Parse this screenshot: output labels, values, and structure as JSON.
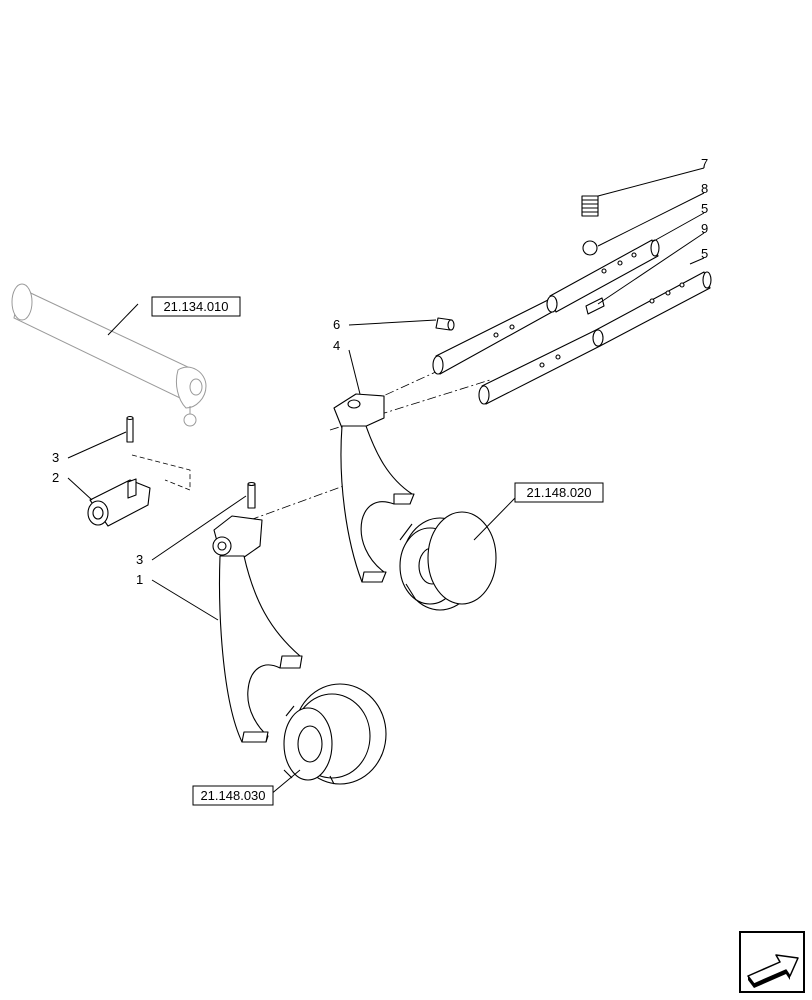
{
  "callouts": {
    "c1": "1",
    "c2": "2",
    "c3a": "3",
    "c3b": "3",
    "c4": "4",
    "c5a": "5",
    "c5b": "5",
    "c6": "6",
    "c7": "7",
    "c8": "8",
    "c9": "9"
  },
  "references": {
    "ref_shaft": "21.134.010",
    "ref_gear_upper": "21.148.020",
    "ref_gear_lower": "21.148.030"
  },
  "nav": {
    "icon": "next-page-arrow-icon"
  }
}
